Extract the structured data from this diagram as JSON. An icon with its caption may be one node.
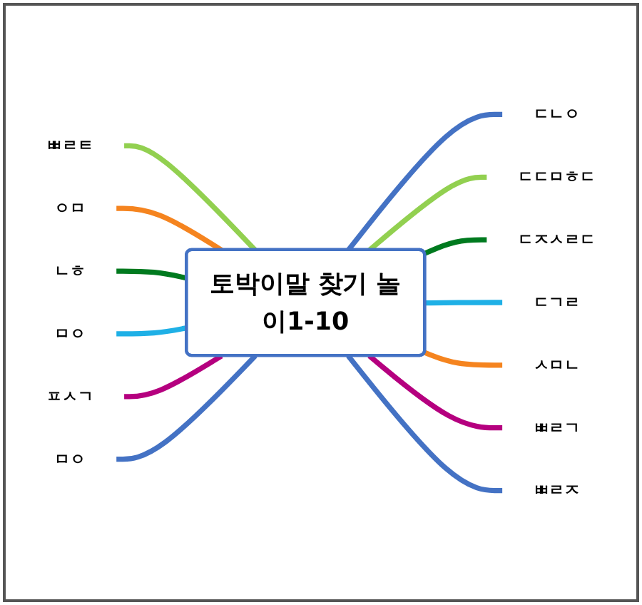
{
  "diagram": {
    "nodes": [
      {
        "text": [
          "토박이말 찾기 놀이1-10"
        ]
      },
      {
        "text": [
          "ㅃㄹㅌ"
        ]
      },
      {
        "text": [
          "ㅇㅁ"
        ]
      },
      {
        "text": [
          "ㄴㅎ"
        ]
      },
      {
        "text": [
          "ㅁㅇ"
        ]
      },
      {
        "text": [
          "ㅍㅅㄱ"
        ]
      },
      {
        "text": [
          "ㅁㅇ"
        ]
      },
      {
        "text": [
          "ㄷㄴㅇ"
        ]
      },
      {
        "text": [
          "ㄷㄷㅁㅎㄷ"
        ]
      },
      {
        "text": [
          "ㄷㅈㅅㄹㄷ"
        ]
      },
      {
        "text": [
          "ㄷㄱㄹ"
        ]
      },
      {
        "text": [
          "ㅅㅁㄴ"
        ]
      },
      {
        "text": [
          "ㅃㄹㄱ"
        ]
      },
      {
        "text": [
          "ㅃㄹㅈ"
        ]
      }
    ],
    "edges": [
      {
        "from": 0,
        "to": 1,
        "arrow": "none",
        "color": "#92d050"
      },
      {
        "from": 0,
        "to": 2,
        "arrow": "none",
        "color": "#f5841f"
      },
      {
        "from": 0,
        "to": 3,
        "arrow": "none",
        "color": "#007a1f"
      },
      {
        "from": 0,
        "to": 4,
        "arrow": "none",
        "color": "#1fb0e6"
      },
      {
        "from": 0,
        "to": 5,
        "arrow": "none",
        "color": "#b5007f"
      },
      {
        "from": 0,
        "to": 6,
        "arrow": "none"
      },
      {
        "from": 0,
        "to": 7,
        "arrow": "none"
      },
      {
        "from": 0,
        "to": 8,
        "arrow": "none",
        "color": "#92d050"
      },
      {
        "from": 0,
        "to": 9,
        "arrow": "none",
        "color": "#007a1f"
      },
      {
        "from": 0,
        "to": 10,
        "arrow": "none",
        "color": "#1fb0e6"
      },
      {
        "from": 0,
        "to": 11,
        "arrow": "none",
        "color": "#f5841f"
      },
      {
        "from": 0,
        "to": 12,
        "arrow": "none",
        "color": "#b5007f"
      },
      {
        "from": 0,
        "to": 13,
        "arrow": "none"
      }
    ]
  }
}
